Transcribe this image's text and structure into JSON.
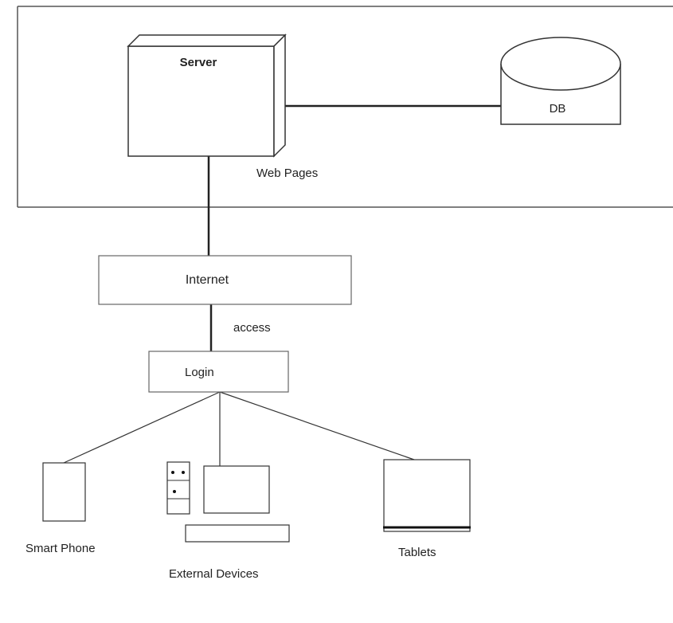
{
  "nodes": {
    "server": "Server",
    "web_pages": "Web Pages",
    "db": "DB",
    "internet": "Internet",
    "access": "access",
    "login": "Login",
    "smart_phone": "Smart Phone",
    "external_devices": "External Devices",
    "tablets": "Tablets"
  },
  "colors": {
    "stroke": "#333333",
    "light_stroke": "#666666",
    "text": "#222222"
  }
}
